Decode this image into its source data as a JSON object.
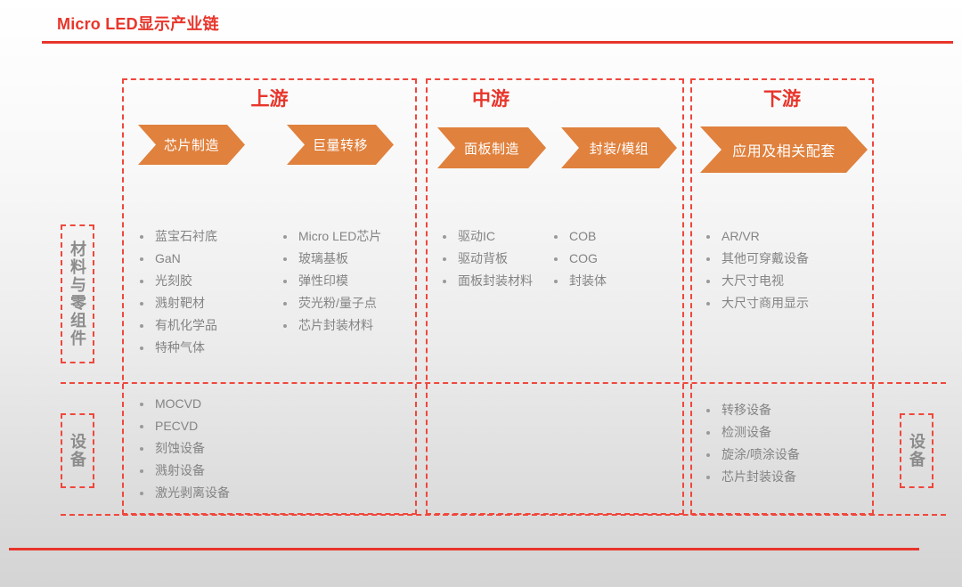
{
  "title": "Micro LED显示产业链",
  "colors": {
    "brand_red": "#e8352b",
    "dashed_red": "#f0473c",
    "arrow_orange": "#e0813d",
    "list_gray": "#848484",
    "label_gray": "#8c8c8c"
  },
  "sections": [
    {
      "id": "upstream",
      "title": "上游",
      "arrows": [
        "芯片制造",
        "巨量转移"
      ],
      "materials_columns": [
        [
          "蓝宝石衬底",
          "GaN",
          "光刻胶",
          "溅射靶材",
          "有机化学品",
          "特种气体"
        ],
        [
          "Micro LED芯片",
          "玻璃基板",
          "弹性印模",
          "荧光粉/量子点",
          "芯片封装材料"
        ]
      ],
      "equipment": [
        "MOCVD",
        "PECVD",
        "刻蚀设备",
        "溅射设备",
        "激光剥离设备"
      ]
    },
    {
      "id": "midstream",
      "title": "中游",
      "arrows": [
        "面板制造",
        "封装/模组"
      ],
      "materials_columns": [
        [
          "驱动IC",
          "驱动背板",
          "面板封装材料"
        ],
        [
          "COB",
          "COG",
          "封装体"
        ]
      ],
      "equipment": []
    },
    {
      "id": "downstream",
      "title": "下游",
      "arrows": [
        "应用及相关配套"
      ],
      "materials_columns": [
        [
          "AR/VR",
          "其他可穿戴设备",
          "大尺寸电视",
          "大尺寸商用显示"
        ]
      ],
      "equipment": [
        "转移设备",
        "检测设备",
        "旋涂/喷涂设备",
        "芯片封装设备"
      ]
    }
  ],
  "row_labels": {
    "materials": "材料与零组件",
    "equipment_left": "设备",
    "equipment_right": "设备"
  }
}
